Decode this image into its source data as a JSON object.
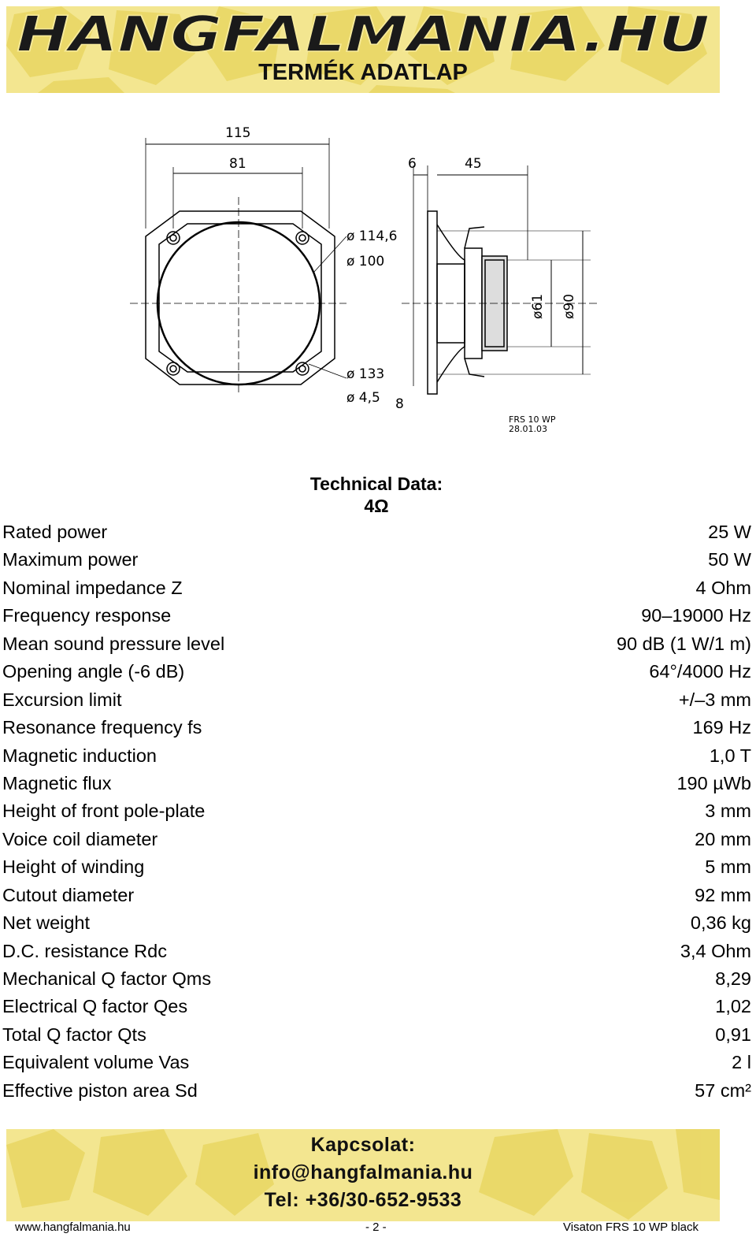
{
  "header": {
    "logo_text": "HANGFALMANIA.HU",
    "title": "TERMÉK ADATLAP"
  },
  "drawing": {
    "dim_115": "115",
    "dim_81": "81",
    "dim_6": "6",
    "dim_45": "45",
    "dia_1146": "ø 114,6",
    "dia_100": "ø 100",
    "dia_133": "ø 133",
    "dia_45": "ø 4,5",
    "dim_8": "8",
    "dia_61": "ø61",
    "dia_90": "ø90",
    "stamp_model": "FRS 10 WP",
    "stamp_date": "28.01.03"
  },
  "technical": {
    "heading": "Technical Data:",
    "impedance": "4Ω",
    "rows": [
      {
        "label": "Rated power",
        "value": "25 W"
      },
      {
        "label": "Maximum power",
        "value": "50 W"
      },
      {
        "label": "Nominal impedance Z",
        "value": "4 Ohm"
      },
      {
        "label": "Frequency response",
        "value": "90–19000 Hz"
      },
      {
        "label": "Mean sound pressure level",
        "value": "90 dB (1 W/1 m)"
      },
      {
        "label": "Opening angle (-6 dB)",
        "value": "64°/4000 Hz"
      },
      {
        "label": "Excursion limit",
        "value": "+/–3 mm"
      },
      {
        "label": "Resonance frequency fs",
        "value": "169 Hz"
      },
      {
        "label": "Magnetic induction",
        "value": "1,0 T"
      },
      {
        "label": "Magnetic flux",
        "value": "190 µWb"
      },
      {
        "label": "Height of front pole-plate",
        "value": "3 mm"
      },
      {
        "label": "Voice coil diameter",
        "value": "20 mm"
      },
      {
        "label": "Height of winding",
        "value": "5 mm"
      },
      {
        "label": "Cutout diameter",
        "value": "92 mm"
      },
      {
        "label": "Net weight",
        "value": "0,36 kg"
      },
      {
        "label": "D.C. resistance Rdc",
        "value": "3,4 Ohm"
      },
      {
        "label": "Mechanical Q factor Qms",
        "value": "8,29"
      },
      {
        "label": "Electrical Q factor Qes",
        "value": "1,02"
      },
      {
        "label": "Total Q factor Qts",
        "value": "0,91"
      },
      {
        "label": "Equivalent volume Vas",
        "value": "2 l"
      },
      {
        "label": "Effective piston area Sd",
        "value": "57 cm²"
      }
    ]
  },
  "contact": {
    "heading": "Kapcsolat:",
    "email": "info@hangfalmania.hu",
    "phone": "Tel: +36/30-652-9533"
  },
  "footer": {
    "website": "www.hangfalmania.hu",
    "page": "- 2 -",
    "product": "Visaton FRS 10 WP black"
  },
  "colors": {
    "banner_base": "#f2e48a",
    "banner_cells": "#e9d55a",
    "banner_cell_light": "#f7efb5"
  }
}
